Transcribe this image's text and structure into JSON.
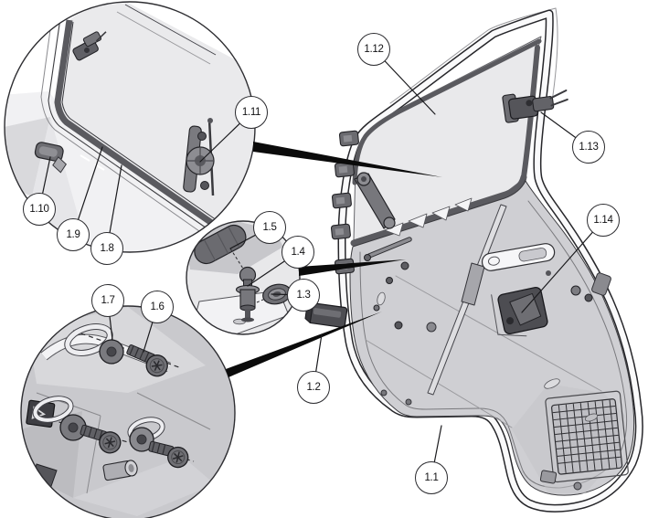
{
  "figure": {
    "type": "exploded-parts-diagram",
    "subject": "Cab door assembly with three magnified detail views",
    "background_color": "#ffffff",
    "outline_color": "#26262a",
    "glass_color": "#e9e9eb",
    "seal_color": "#5a5a5f",
    "panel_color": "#cfcfd3",
    "dark_part_color": "#55555a",
    "callout_border_color": "#2a2a2e"
  },
  "callouts": [
    {
      "label": "1.1"
    },
    {
      "label": "1.2"
    },
    {
      "label": "1.3"
    },
    {
      "label": "1.4"
    },
    {
      "label": "1.5"
    },
    {
      "label": "1.6"
    },
    {
      "label": "1.7"
    },
    {
      "label": "1.8"
    },
    {
      "label": "1.9"
    },
    {
      "label": "1.10"
    },
    {
      "label": "1.11"
    },
    {
      "label": "1.12"
    },
    {
      "label": "1.13"
    },
    {
      "label": "1.14"
    }
  ],
  "views": {
    "main_view_callout_labels": [
      "1.1",
      "1.2",
      "1.12",
      "1.13",
      "1.14"
    ],
    "window_corner_detail_callout_labels": [
      "1.8",
      "1.9",
      "1.10",
      "1.11"
    ],
    "handle_stud_detail_callout_labels": [
      "1.3",
      "1.4",
      "1.5"
    ],
    "fastener_detail_callout_labels": [
      "1.6",
      "1.7"
    ]
  }
}
